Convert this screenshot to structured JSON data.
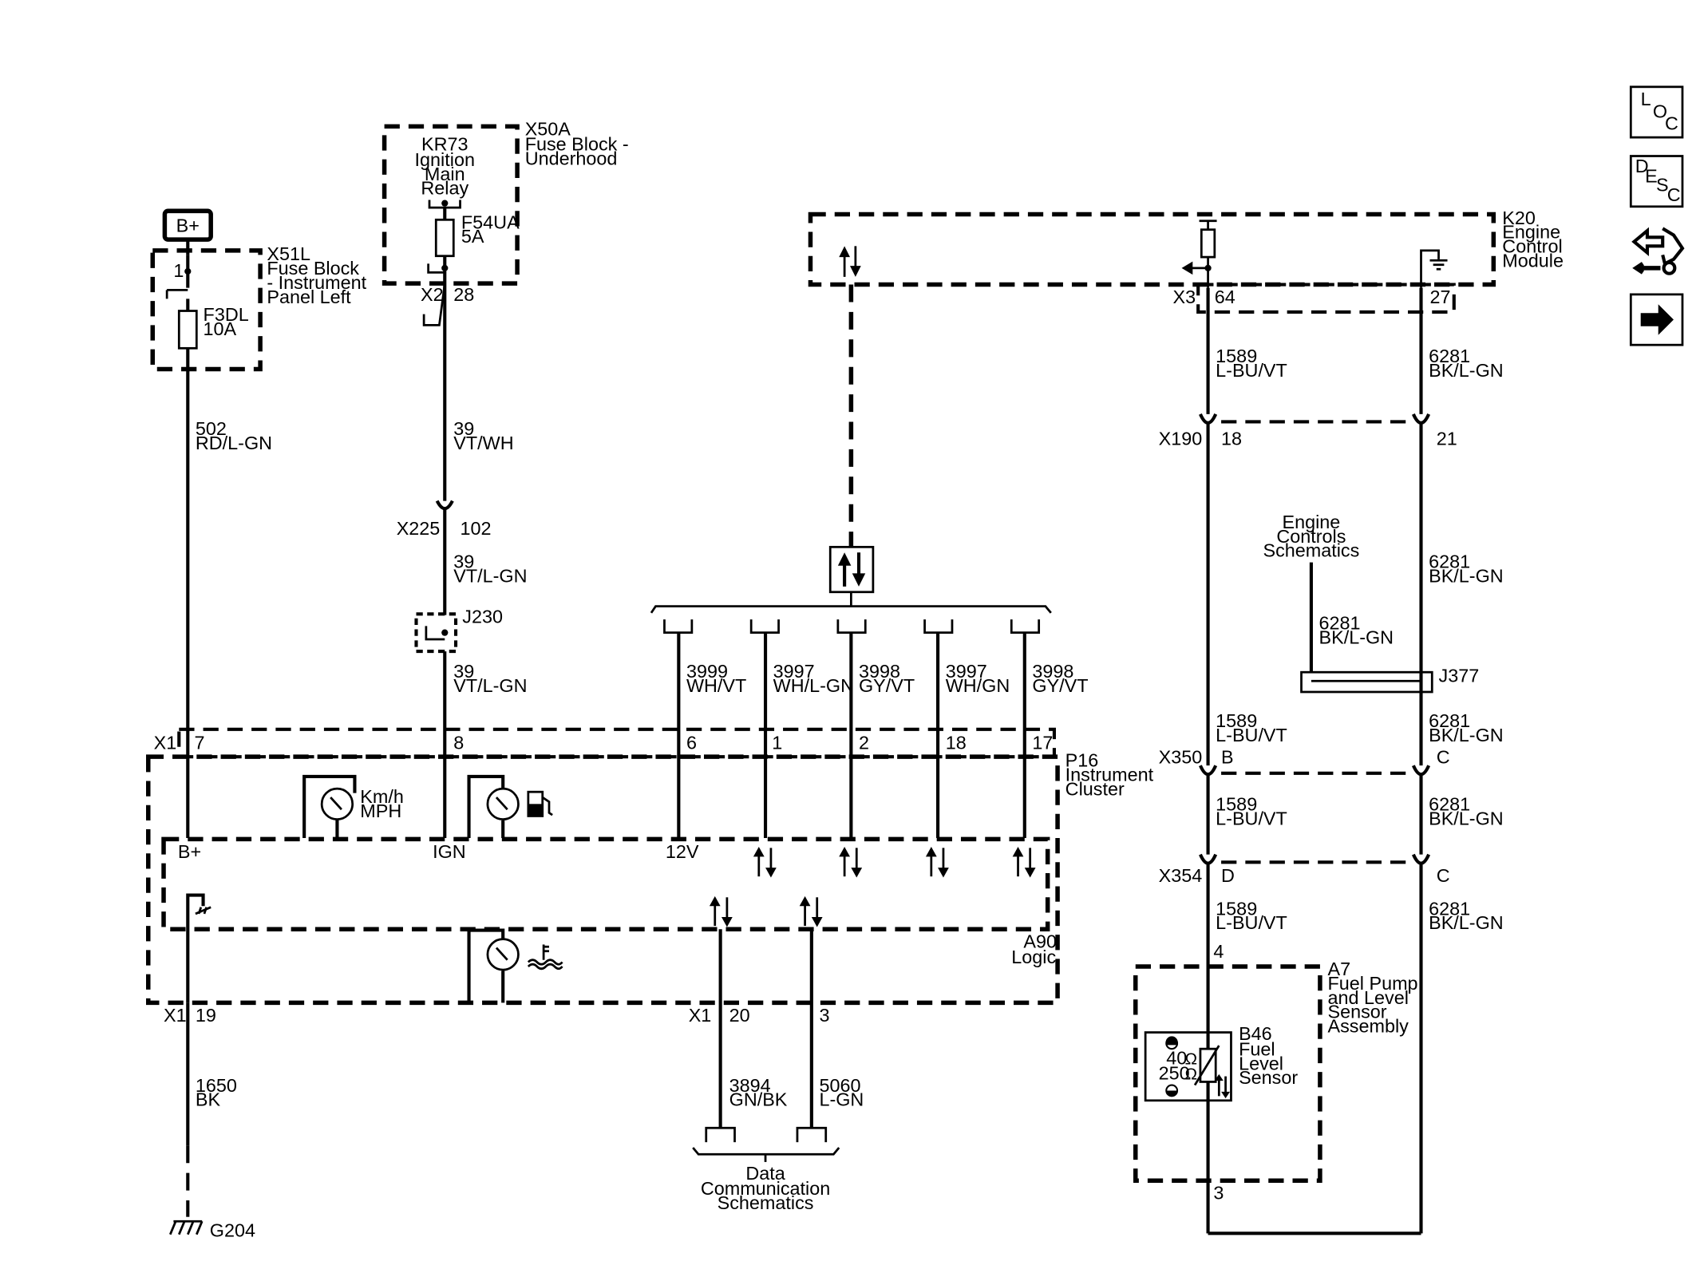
{
  "bplus": "B+",
  "x51l": {
    "name": "X51L",
    "l1": "Fuse Block",
    "l2": "- Instrument",
    "l3": "Panel Left",
    "pin": "1",
    "fuse": "F3DL",
    "amp": "10A"
  },
  "x50a": {
    "name": "X50A",
    "l1": "Fuse Block -",
    "l2": "Underhood",
    "relay1": "KR73",
    "relay2": "Ignition",
    "relay3": "Main",
    "relay4": "Relay",
    "fuse": "F54UA",
    "amp": "5A",
    "conn": "X2",
    "pin": "28"
  },
  "k20": {
    "l1": "K20",
    "l2": "Engine",
    "l3": "Control",
    "l4": "Module",
    "conn": "X3",
    "pin1": "64",
    "pin2": "27"
  },
  "wires": {
    "w502": {
      "num": "502",
      "color": "RD/L-GN"
    },
    "w39a": {
      "num": "39",
      "color": "VT/WH"
    },
    "w39b": {
      "num": "39",
      "color": "VT/L-GN"
    },
    "w39c": {
      "num": "39",
      "color": "VT/L-GN"
    },
    "w1589a": {
      "num": "1589",
      "color": "L-BU/VT"
    },
    "w6281a": {
      "num": "6281",
      "color": "BK/L-GN"
    },
    "w6281b": {
      "num": "6281",
      "color": "BK/L-GN"
    },
    "w6281c": {
      "num": "6281",
      "color": "BK/L-GN"
    },
    "w1589b": {
      "num": "1589",
      "color": "L-BU/VT"
    },
    "w6281d": {
      "num": "6281",
      "color": "BK/L-GN"
    },
    "w1589c": {
      "num": "1589",
      "color": "L-BU/VT"
    },
    "w6281e": {
      "num": "6281",
      "color": "BK/L-GN"
    },
    "w1589d": {
      "num": "1589",
      "color": "L-BU/VT"
    },
    "w6281f": {
      "num": "6281",
      "color": "BK/L-GN"
    },
    "w3999": {
      "num": "3999",
      "color": "WH/VT"
    },
    "w3997a": {
      "num": "3997",
      "color": "WH/L-GN"
    },
    "w3998a": {
      "num": "3998",
      "color": "GY/VT"
    },
    "w3997b": {
      "num": "3997",
      "color": "WH/GN"
    },
    "w3998b": {
      "num": "3998",
      "color": "GY/VT"
    },
    "w1650": {
      "num": "1650",
      "color": "BK"
    },
    "w3894": {
      "num": "3894",
      "color": "GN/BK"
    },
    "w5060": {
      "num": "5060",
      "color": "L-GN"
    }
  },
  "x225": {
    "name": "X225",
    "pin": "102"
  },
  "j230": "J230",
  "x190": {
    "name": "X190",
    "pin1": "18",
    "pin2": "21"
  },
  "ecs": {
    "l1": "Engine",
    "l2": "Controls",
    "l3": "Schematics"
  },
  "j377": "J377",
  "x350": {
    "name": "X350",
    "pin1": "B",
    "pin2": "C"
  },
  "x354": {
    "name": "X354",
    "pin1": "D",
    "pin2": "C"
  },
  "p16": {
    "l1": "P16",
    "l2": "Instrument",
    "l3": "Cluster",
    "conn": "X1",
    "pins": [
      "7",
      "8",
      "6",
      "1",
      "2",
      "18",
      "17"
    ]
  },
  "a90": {
    "l1": "A90",
    "l2": "Logic",
    "bplus": "B+",
    "ign": "IGN",
    "v12": "12V"
  },
  "speedo": {
    "l1": "Km/h",
    "l2": "MPH"
  },
  "x1b": {
    "conn": "X1",
    "pin": "19",
    "conn2": "X1",
    "pin2": "20",
    "pin3": "3"
  },
  "g204": "G204",
  "dcs": {
    "l1": "Data",
    "l2": "Communication",
    "l3": "Schematics"
  },
  "a7": {
    "l1": "A7",
    "l2": "Fuel Pump",
    "l3": "and Level",
    "l4": "Sensor",
    "l5": "Assembly",
    "pin_top": "4",
    "pin_bot": "3"
  },
  "b46": {
    "l1": "B46",
    "l2": "Fuel",
    "l3": "Level",
    "l4": "Sensor",
    "v1": "40",
    "v2": "250",
    "ohm": "Ω"
  },
  "nav": {
    "loc1": "L",
    "loc2": "O",
    "loc3": "C",
    "desc1": "D",
    "desc2": "E",
    "desc3": "S",
    "desc4": "C"
  }
}
